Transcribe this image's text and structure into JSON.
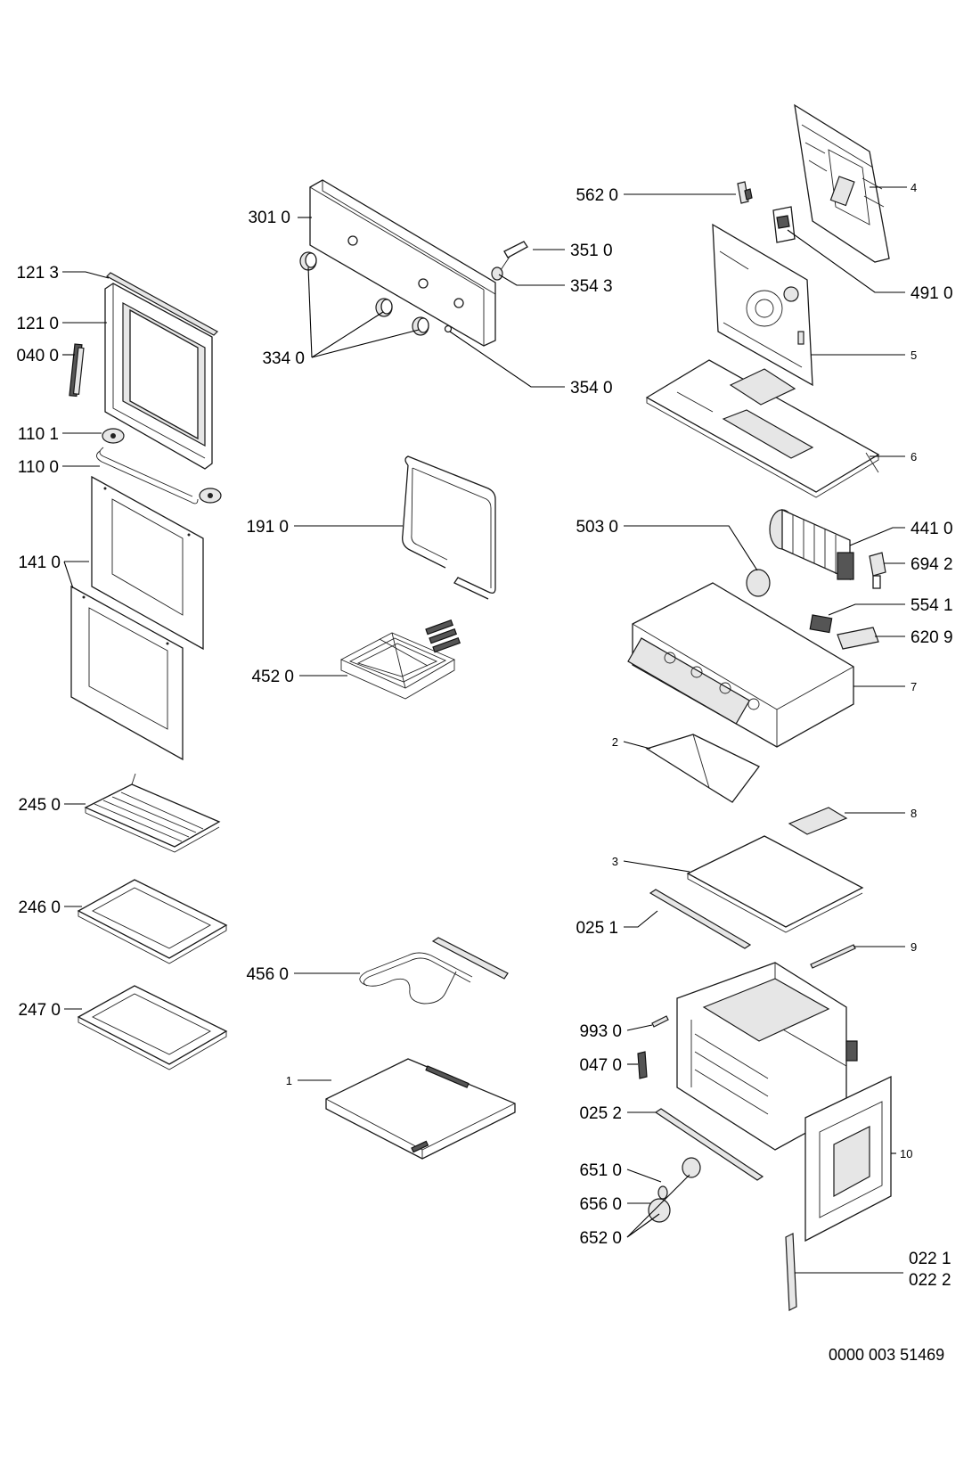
{
  "diagram": {
    "labels": {
      "p3010": "301 0",
      "p3510": "351 0",
      "p3543": "354 3",
      "p3340": "334 0",
      "p3540": "354 0",
      "p1910": "191 0",
      "p4520": "452 0",
      "p4560": "456 0",
      "p1": "1",
      "p1213": "121 3",
      "p1210": "121 0",
      "p0400": "040 0",
      "p1101": "110 1",
      "p1100": "110 0",
      "p1410": "141 0",
      "p2450": "245 0",
      "p2460": "246 0",
      "p2470": "247 0",
      "p5620": "562 0",
      "p4": "4",
      "p4910": "491 0",
      "p5": "5",
      "p6": "6",
      "p5030": "503 0",
      "p4410": "441 0",
      "p6942": "694 2",
      "p5541": "554 1",
      "p6209": "620 9",
      "p7": "7",
      "p2": "2",
      "p8": "8",
      "p3": "3",
      "p0251": "025 1",
      "p9": "9",
      "p9930": "993 0",
      "p0470": "047 0",
      "p0252": "025 2",
      "p6510": "651 0",
      "p6560": "656 0",
      "p6520": "652 0",
      "p10": "10",
      "p0221": "022 1",
      "p0222": "022 2"
    },
    "doc_code": "0000 003 51469"
  }
}
